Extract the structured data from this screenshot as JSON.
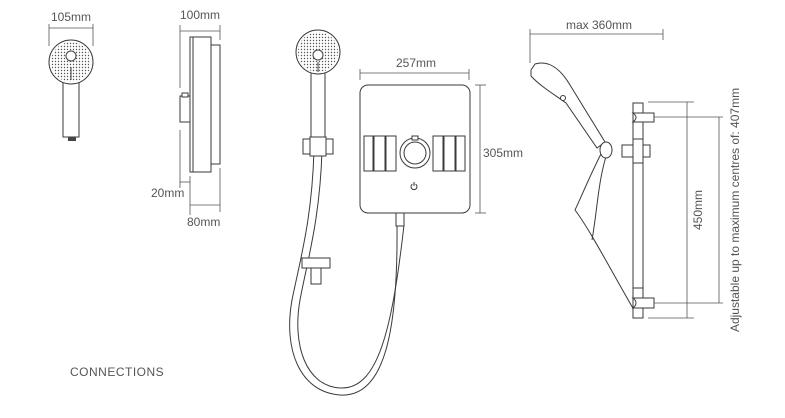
{
  "dimensions": {
    "handset_width": "105mm",
    "unit_depth_total": "100mm",
    "unit_depth_back": "20mm",
    "unit_depth_front": "80mm",
    "unit_width": "257mm",
    "unit_height": "305mm",
    "handset_reach": "max 360mm",
    "riser_height": "450mm",
    "riser_adjustable": "Adjustable up to maximum centres of: 407mm"
  },
  "section_label": "CONNECTIONS",
  "colors": {
    "line": "#3a3a3a",
    "text": "#555555"
  }
}
